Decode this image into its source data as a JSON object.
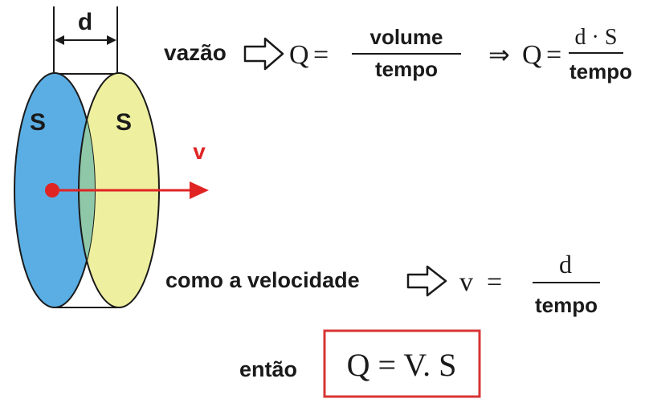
{
  "diagram": {
    "labels": {
      "d": "d",
      "s_left": "S",
      "s_right": "S",
      "v": "v"
    },
    "flow": {
      "word": "vazão",
      "q": "Q",
      "equals": "=",
      "numerator": "volume",
      "denominator": "tempo",
      "implies": "⇒",
      "q2": "Q",
      "equals2": "=",
      "numerator2": "d · S",
      "denominator2": "tempo"
    },
    "velocity": {
      "phrase": "como a velocidade",
      "v": "v",
      "equals": "=",
      "numerator": "d",
      "denominator": "tempo"
    },
    "result": {
      "word": "então",
      "formula": "Q = V. S"
    },
    "colors": {
      "left_disc": "#5aaee3",
      "right_disc": "#eef0a0",
      "overlap": "#8ec8a8",
      "arrow": "#e02424",
      "box": "#d83434",
      "text": "#1a1a1a"
    },
    "icons": [
      "hollow-arrow-icon",
      "hollow-arrow-icon"
    ]
  }
}
